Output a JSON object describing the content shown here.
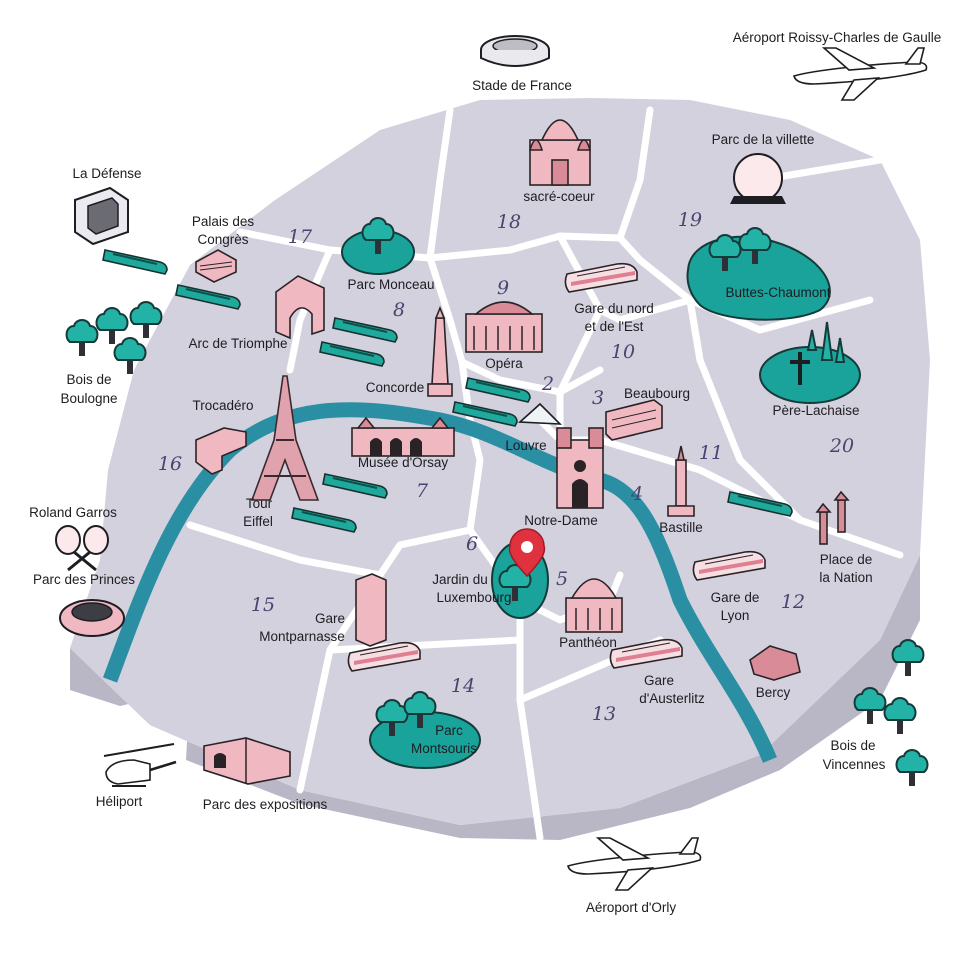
{
  "colors": {
    "city": "#d3d1dd",
    "city_edge": "#b9b7c6",
    "river": "#2a8fa3",
    "park": "#1aa39a",
    "building": "#f0b9c2",
    "marker": "#e0313e"
  },
  "arrondissements": [
    "2",
    "3",
    "4",
    "5",
    "6",
    "7",
    "8",
    "9",
    "10",
    "11",
    "12",
    "13",
    "14",
    "15",
    "16",
    "17",
    "18",
    "19",
    "20"
  ],
  "labels": {
    "stade_de_france": "Stade de France",
    "aeroport_cdg": "Aéroport Roissy-Charles de Gaulle",
    "sacre_coeur": "sacré-coeur",
    "parc_villette": "Parc de la villette",
    "la_defense": "La Défense",
    "palais_congres_1": "Palais des",
    "palais_congres_2": "Congrès",
    "parc_monceau": "Parc Monceau",
    "gare_nord_1": "Gare du nord",
    "gare_nord_2": "et de l'Est",
    "buttes_chaumont": "Buttes-Chaumont",
    "arc_triomphe": "Arc de Triomphe",
    "opera": "Opéra",
    "bois_boulogne_1": "Bois de",
    "bois_boulogne_2": "Boulogne",
    "concorde": "Concorde",
    "beaubourg": "Beaubourg",
    "pere_lachaise": "Père-Lachaise",
    "trocadero": "Trocadéro",
    "louvre": "Louvre",
    "musee_orsay": "Musée d'Orsay",
    "roland_garros": "Roland Garros",
    "tour_eiffel_1": "Tour",
    "tour_eiffel_2": "Eiffel",
    "notre_dame": "Notre-Dame",
    "bastille": "Bastille",
    "place_nation_1": "Place de",
    "place_nation_2": "la Nation",
    "parc_princes": "Parc des Princes",
    "jardin_lux_1": "Jardin du",
    "jardin_lux_2": "Luxembourg",
    "gare_lyon_1": "Gare de",
    "gare_lyon_2": "Lyon",
    "gare_montparnasse_1": "Gare",
    "gare_montparnasse_2": "Montparnasse",
    "pantheon": "Panthéon",
    "gare_austerlitz_1": "Gare",
    "gare_austerlitz_2": "d'Austerlitz",
    "bercy": "Bercy",
    "parc_montsouris_1": "Parc",
    "parc_montsouris_2": "Montsouris",
    "bois_vincennes_1": "Bois de",
    "bois_vincennes_2": "Vincennes",
    "heliport": "Héliport",
    "parc_expositions": "Parc des expositions",
    "aeroport_orly": "Aéroport d'Orly"
  },
  "icons": {
    "location_marker": "map-pin-icon",
    "airplane": "airplane-icon",
    "helicopter": "helicopter-icon",
    "tree": "tree-icon",
    "train": "train-icon"
  }
}
